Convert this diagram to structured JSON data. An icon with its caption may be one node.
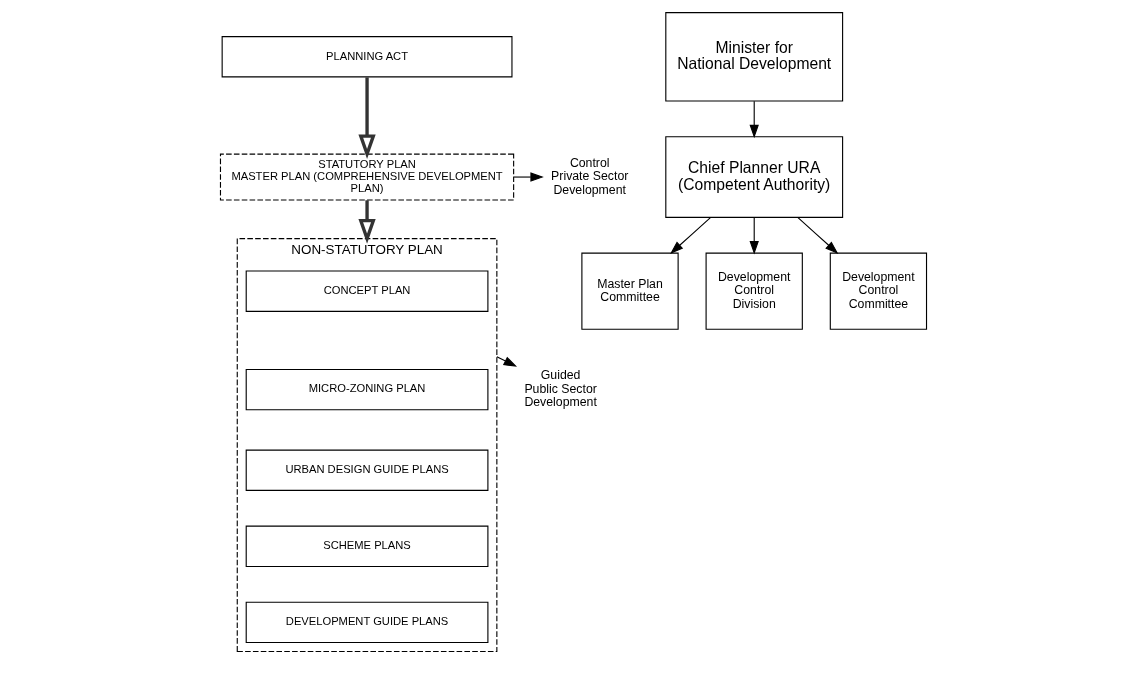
{
  "diagram": {
    "nodes": [
      {
        "text": [
          "PLANNING ACT"
        ]
      },
      {
        "text": [
          "STATUTORY PLAN",
          "MASTER PLAN (COMPREHENSIVE DEVELOPMENT PLAN)"
        ]
      },
      {
        "text": [
          "Control",
          "Private Sector Development"
        ]
      },
      {
        "text": [
          "NON-STATUTORY PLAN"
        ]
      },
      {
        "text": [
          "CONCEPT PLAN"
        ],
        "in": 3
      },
      {
        "text": [
          "MICRO-ZONING PLAN"
        ],
        "in": 3
      },
      {
        "text": [
          "URBAN DESIGN GUIDE PLANS"
        ],
        "in": 3
      },
      {
        "text": [
          "SCHEME PLANS"
        ],
        "in": 3
      },
      {
        "text": [
          "DEVELOPMENT GUIDE PLANS"
        ],
        "in": 3
      },
      {
        "text": [
          "Guided",
          "Public Sector Development"
        ]
      },
      {
        "text": [
          "Minister for National Development"
        ]
      },
      {
        "text": [
          "Chief Planner URA (Competent Authority)"
        ]
      },
      {
        "text": [
          "Master Plan Committee"
        ]
      },
      {
        "text": [
          "Development Control Division"
        ]
      },
      {
        "text": [
          "Development Control Committee"
        ]
      }
    ],
    "edges": [
      {
        "from": 0,
        "to": 1,
        "arrow": "to",
        "style": "thick"
      },
      {
        "from": 1,
        "to": 2,
        "arrow": "to"
      },
      {
        "from": 1,
        "to": 3,
        "arrow": "to",
        "style": "thick"
      },
      {
        "from": 3,
        "to": 9,
        "arrow": "to"
      },
      {
        "from": 10,
        "to": 11,
        "arrow": "to"
      },
      {
        "from": 11,
        "to": 12,
        "arrow": "to"
      },
      {
        "from": 11,
        "to": 13,
        "arrow": "to"
      },
      {
        "from": 11,
        "to": 14,
        "arrow": "to"
      }
    ]
  }
}
